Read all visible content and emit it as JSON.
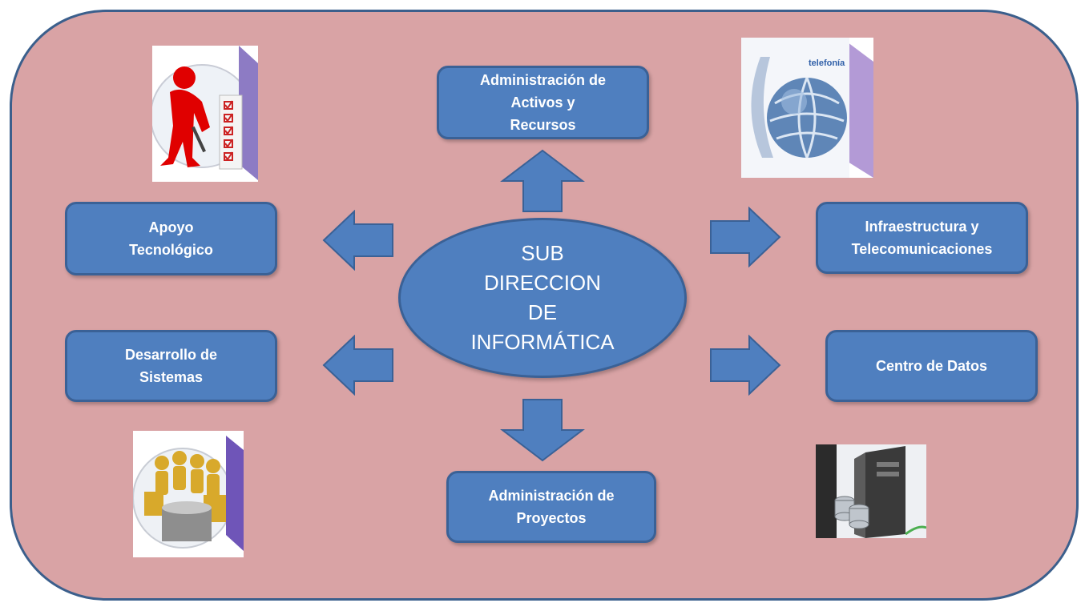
{
  "center": {
    "label": "SUB\nDIRECCION\nDE\nINFORMÁTICA"
  },
  "nodes": {
    "top": "Administración de\nActivos y\nRecursos",
    "right_top": "Infraestructura y\nTelecomunicaciones",
    "right_bottom": "Centro de Datos",
    "bottom": "Administración de\nProyectos",
    "left_bottom": "Desarrollo de\nSistemas",
    "left_top": "Apoyo\nTecnológico"
  },
  "images": {
    "checklist": "checklist-figure-icon",
    "telephony": "telephony-globe-icon",
    "team": "team-meeting-icon",
    "server": "server-database-icon",
    "telephony_caption": "telefonía"
  },
  "colors": {
    "background": "#d9a3a5",
    "border": "#3b5f8c",
    "box_fill": "#4f7fbf",
    "box_border": "#3a6196",
    "text": "#ffffff"
  }
}
